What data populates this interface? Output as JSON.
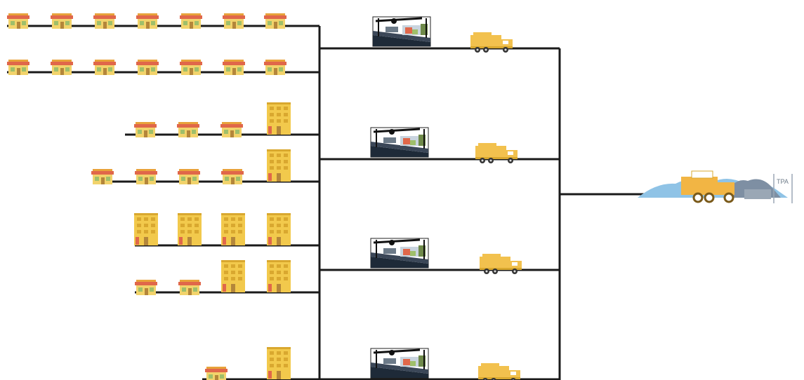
{
  "diagram": {
    "nodes": {
      "branch_rows": [
        {
          "id": "row-1",
          "houses": 7,
          "apartments": 0
        },
        {
          "id": "row-2",
          "houses": 7,
          "apartments": 0
        },
        {
          "id": "row-3",
          "houses": 3,
          "apartments": 1
        },
        {
          "id": "row-4",
          "houses": 4,
          "apartments": 1
        },
        {
          "id": "row-5",
          "houses": 0,
          "apartments": 4
        },
        {
          "id": "row-6",
          "houses": 2,
          "apartments": 2
        },
        {
          "id": "row-7",
          "houses": 1,
          "apartments": 1
        }
      ],
      "collection_points": [
        {
          "id": "station-1",
          "has_truck": true
        },
        {
          "id": "station-2",
          "has_truck": true
        },
        {
          "id": "station-3",
          "has_truck": true
        },
        {
          "id": "station-4",
          "has_truck": true
        }
      ],
      "final_destination": {
        "sign_label": "TPA"
      }
    },
    "colors": {
      "line": "#1a1a1a",
      "building": "#f2c94c",
      "building_dark": "#d9a82f",
      "roof": "#e0674a",
      "truck": "#f2c14e",
      "landfill_blue": "#8fc3e6",
      "landfill_grey": "#7e8fa3"
    },
    "icons": [
      "house-icon",
      "apartment-icon",
      "waste-station-icon",
      "dump-truck-icon",
      "landfill-icon"
    ]
  }
}
